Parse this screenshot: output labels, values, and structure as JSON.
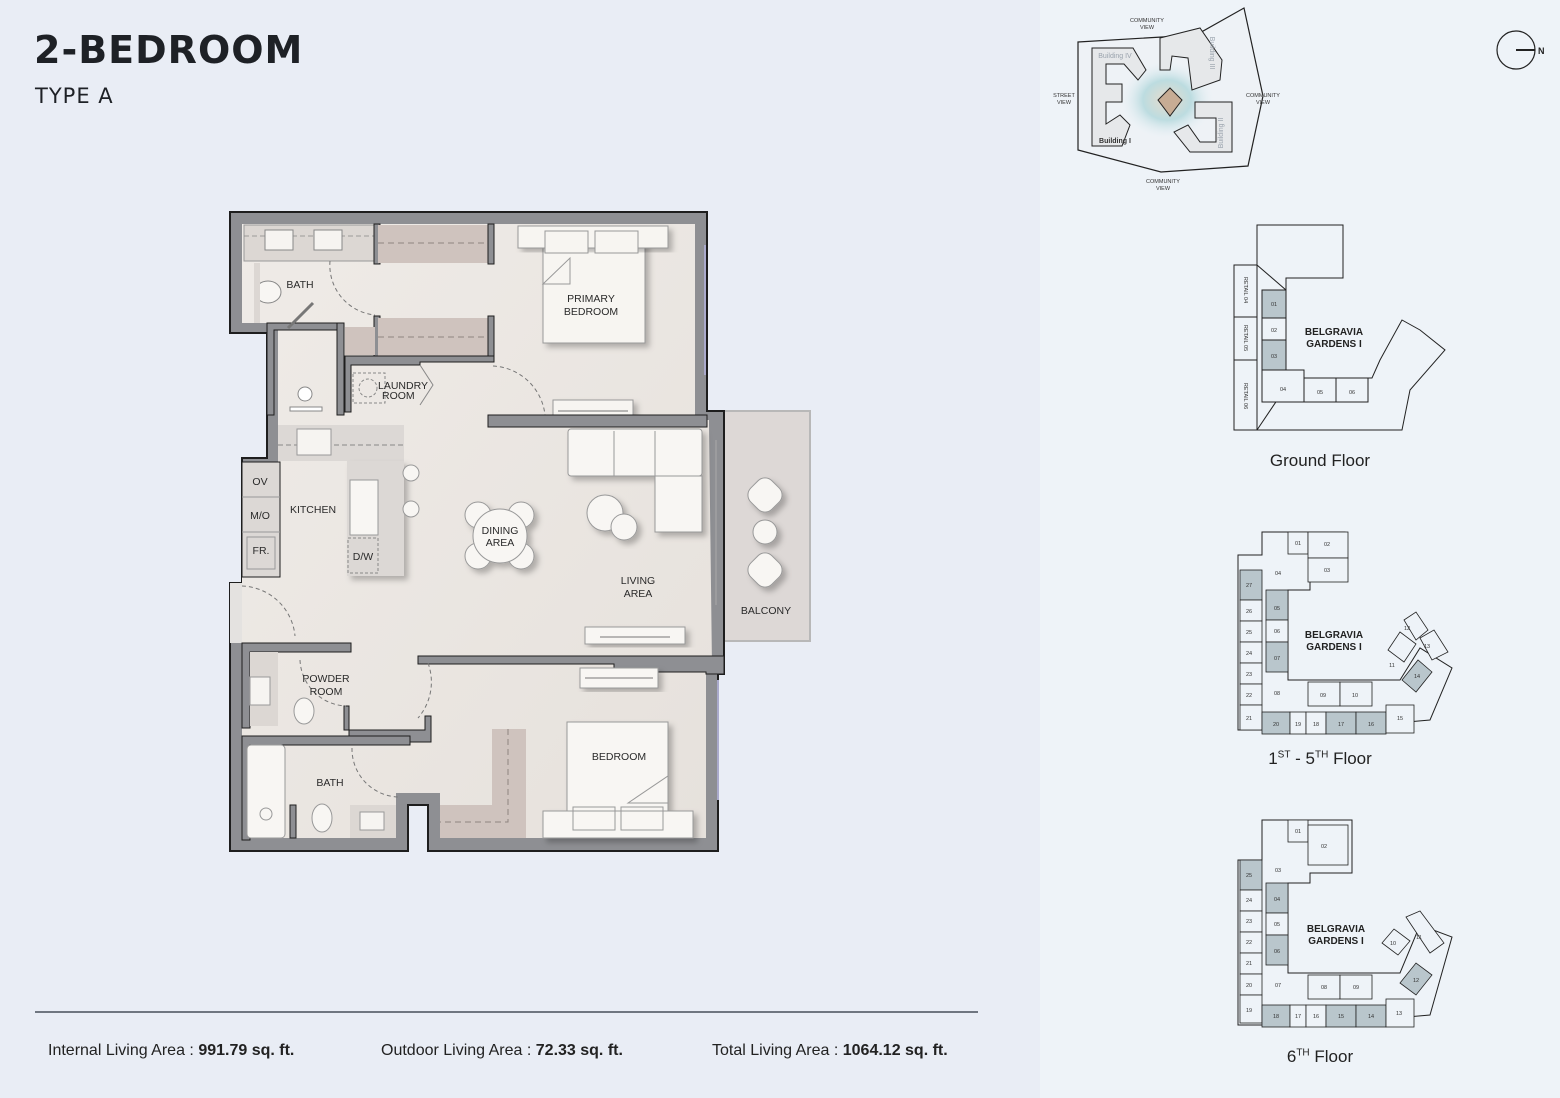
{
  "header": {
    "title": "2-BEDROOM",
    "subtitle": "TYPE A"
  },
  "floorplan": {
    "rooms": {
      "bath_primary": "BATH",
      "primary_bedroom_1": "PRIMARY",
      "primary_bedroom_2": "BEDROOM",
      "laundry_1": "LAUNDRY",
      "laundry_2": "ROOM",
      "kitchen": "KITCHEN",
      "oven": "OV",
      "microwave": "M/O",
      "fridge": "FR.",
      "dishwasher": "D/W",
      "dining_1": "DINING",
      "dining_2": "AREA",
      "living_1": "LIVING",
      "living_2": "AREA",
      "balcony": "BALCONY",
      "powder_1": "POWDER",
      "powder_2": "ROOM",
      "bath_second": "BATH",
      "bedroom": "BEDROOM"
    }
  },
  "areas": {
    "internal_label": "Internal Living Area : ",
    "internal_value": "991.79 sq. ft.",
    "outdoor_label": "Outdoor Living Area : ",
    "outdoor_value": "72.33 sq. ft.",
    "total_label": "Total Living Area : ",
    "total_value": "1064.12 sq. ft."
  },
  "site_plan": {
    "view_top": [
      "COMMUNITY",
      "VIEW"
    ],
    "view_left": [
      "STREET",
      "VIEW"
    ],
    "view_right": [
      "COMMUNITY",
      "VIEW"
    ],
    "view_bottom": [
      "COMMUNITY",
      "VIEW"
    ],
    "building_1": "Building I",
    "building_2": "Building II",
    "building_3": "Building III",
    "building_4": "Building IV"
  },
  "compass": {
    "north_label": "N"
  },
  "key_plans": {
    "building_name_1": "BELGRAVIA",
    "building_name_2": "GARDENS I",
    "ground": {
      "label": "Ground Floor",
      "retail": [
        "RETAIL 04",
        "RETAIL 05",
        "RETAIL 06"
      ],
      "units": [
        "01",
        "02",
        "03",
        "04",
        "05",
        "06"
      ],
      "highlighted": [
        "01",
        "03"
      ]
    },
    "typical": {
      "label_a": "1",
      "label_a_sup": "ST",
      "label_b": " - 5",
      "label_b_sup": "TH",
      "label_c": " Floor",
      "units": [
        "01",
        "02",
        "03",
        "04",
        "05",
        "06",
        "07",
        "08",
        "09",
        "10",
        "11",
        "12",
        "13",
        "14",
        "15",
        "16",
        "17",
        "18",
        "19",
        "20",
        "21",
        "22",
        "23",
        "24",
        "25",
        "26",
        "27"
      ],
      "highlighted": [
        "05",
        "07",
        "14",
        "16",
        "17",
        "20",
        "27"
      ]
    },
    "sixth": {
      "label_a": "6",
      "label_a_sup": "TH",
      "label_c": " Floor",
      "units": [
        "01",
        "02",
        "03",
        "04",
        "05",
        "06",
        "07",
        "08",
        "09",
        "10",
        "11",
        "12",
        "13",
        "14",
        "15",
        "16",
        "17",
        "18",
        "19",
        "20",
        "21",
        "22",
        "23",
        "24",
        "25"
      ],
      "highlighted": [
        "04",
        "06",
        "12",
        "14",
        "15",
        "18",
        "25"
      ]
    }
  },
  "colors": {
    "wall": "#8e8f93",
    "floor": "#ece8e4",
    "accent_cabinet": "#cfc3be",
    "highlight_unit": "#b9c6cc",
    "left_bg": "#e9edf5",
    "right_bg": "#eef3f8"
  }
}
